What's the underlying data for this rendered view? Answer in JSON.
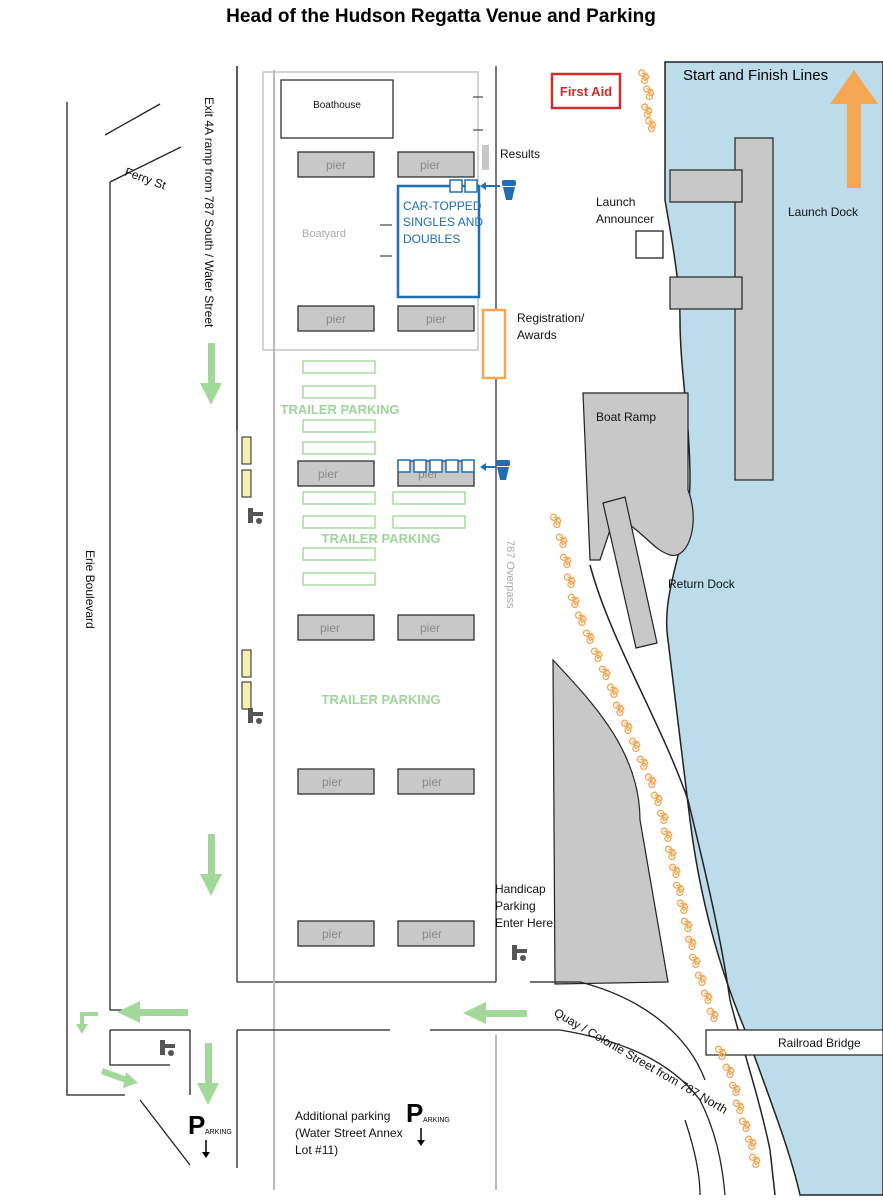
{
  "title": "Head of the Hudson Regatta Venue and Parking",
  "colors": {
    "water": "#bcdcec",
    "gray_fill": "#c8c8c8",
    "green": "#a3d89b",
    "orange": "#f5a650",
    "blue": "#1f6fb2",
    "red": "#d22d2d",
    "yellow": "#f5f0b0"
  },
  "labels": {
    "start_finish": "Start and Finish Lines",
    "first_aid": "First Aid",
    "boathouse": "Boathouse",
    "results": "Results",
    "launch_announcer": [
      "Launch",
      "Announcer"
    ],
    "launch_dock": "Launch Dock",
    "boatyard": "Boatyard",
    "car_topped": [
      "CAR-TOPPED",
      "SINGLES AND",
      "DOUBLES"
    ],
    "registration": [
      "Registration/",
      "Awards"
    ],
    "boat_ramp": "Boat Ramp",
    "return_dock": "Return Dock",
    "trailer_parking": "TRAILER PARKING",
    "overpass": "787 Overpass",
    "exit_ramp": "Exit 4A ramp from 787 South / Water Street",
    "erie_blvd": "Erie Boulevard",
    "ferry_st": "Ferry St",
    "handicap": [
      "Handicap",
      "Parking",
      "Enter Here"
    ],
    "quay_street": "Quay / Colonie Street from 787 North",
    "railroad_bridge": "Railroad Bridge",
    "additional_parking": [
      "Additional parking",
      "(Water Street Annex",
      "Lot #11)"
    ],
    "pier": "pier",
    "parking_P": "P",
    "parking_word": "ARKING"
  }
}
